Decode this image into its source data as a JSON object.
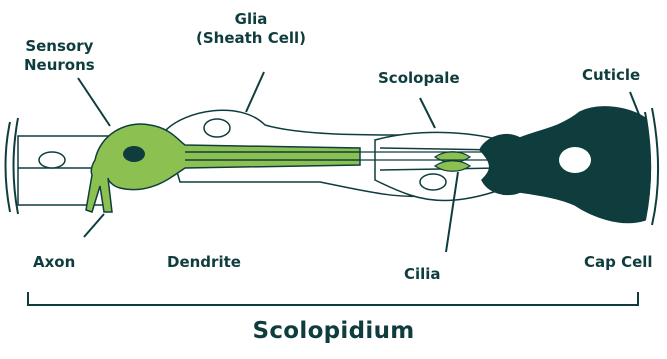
{
  "colors": {
    "dark_teal": "#0f3d3e",
    "neuron_green": "#8cc152",
    "outline": "#0f3d3e",
    "fill_white": "#ffffff"
  },
  "labels": {
    "sensory_neurons": [
      "Sensory",
      "Neurons"
    ],
    "glia": [
      "Glia",
      "(Sheath Cell)"
    ],
    "scolopale": "Scolopale",
    "cuticle": "Cuticle",
    "axon": "Axon",
    "dendrite": "Dendrite",
    "cilia": "Cilia",
    "cap_cell": "Cap Cell"
  },
  "title": "Scolopidium"
}
